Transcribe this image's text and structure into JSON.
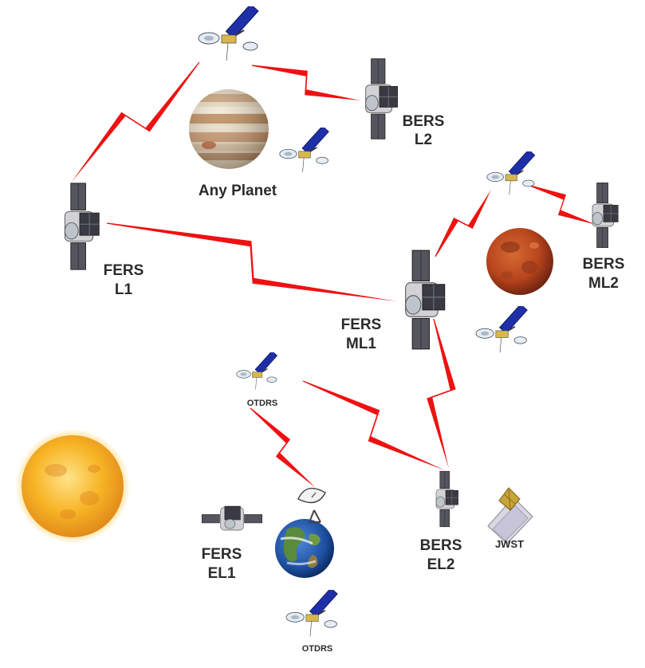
{
  "labels": {
    "any_planet": "Any Planet",
    "bers_l2": [
      "BERS",
      "L2"
    ],
    "fers_l1": [
      "FERS",
      "L1"
    ],
    "bers_ml2": [
      "BERS",
      "ML2"
    ],
    "fers_ml1": [
      "FERS",
      "ML1"
    ],
    "otdrs_upper": "OTDRS",
    "otdrs_lower": "OTDRS",
    "fers_el1": [
      "FERS",
      "EL1"
    ],
    "bers_el2": [
      "BERS",
      "EL2"
    ],
    "jwst": "JWST"
  },
  "colors": {
    "link": "#ee1111",
    "sun": "#f7b526",
    "mars": "#b8451d",
    "earth_ocean": "#1d4fa0",
    "earth_land": "#5a8a3c",
    "panel": "#1f2fa8",
    "module_panel": "#5a5a62",
    "bus": "#c8c8c8"
  },
  "icons": [
    "relay-satellite-icon",
    "cylinder-spacecraft-icon",
    "dish-antenna-icon",
    "jwst-telescope-icon",
    "sun-icon",
    "jupiter-icon",
    "mars-icon",
    "earth-icon"
  ]
}
